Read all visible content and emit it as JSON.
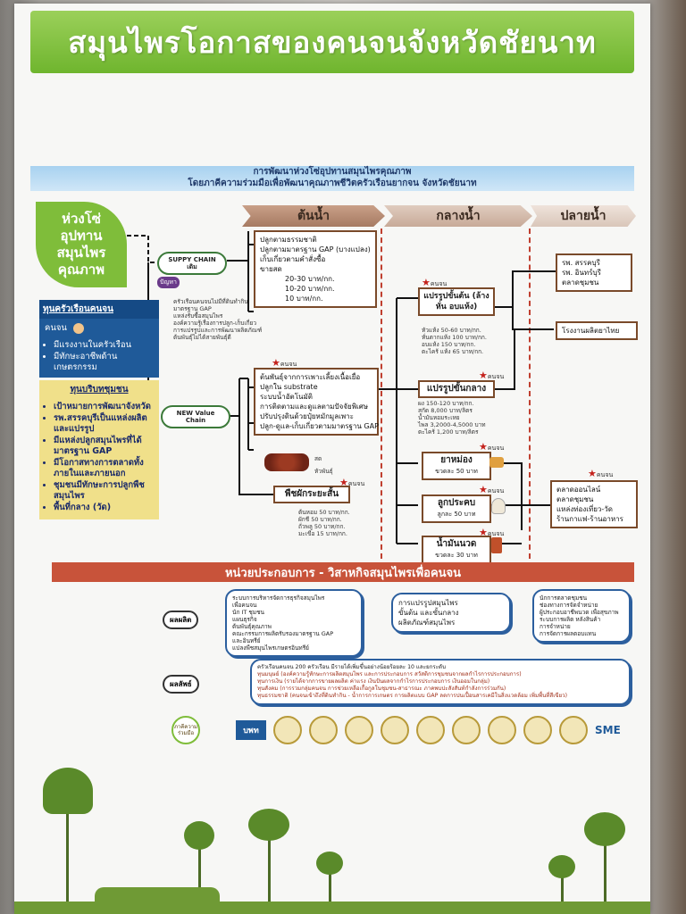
{
  "poster": {
    "title": "สมุนไพรโอกาสของคนจนจังหวัดชัยนาท",
    "subtitle_line1": "การพัฒนาห่วงโซ่อุปทานสมุนไพรคุณภาพ",
    "subtitle_line2": "โดยภาคีความร่วมมือเพื่อพัฒนาคุณภาพชีวิตครัวเรือนยากจน จังหวัดชัยนาท"
  },
  "stages": {
    "upstream": "ต้นน้ำ",
    "midstream": "กลางน้ำ",
    "downstream": "ปลายน้ำ"
  },
  "chain_label": "ห่วงโซ่อุปทาน สมุนไพร คุณภาพ",
  "household_panel": {
    "title": "ทุนครัวเรือนคนจน",
    "person": "คนจน",
    "items": [
      "มีแรงงานในครัวเรือน",
      "มีทักษะอาชีพด้านเกษตรกรรม"
    ]
  },
  "community_panel": {
    "title": "ทุนบริบทชุมชน",
    "items": [
      "เป้าหมายการพัฒนาจังหวัด",
      "รพ.สรรคบุรีเป็นแหล่งผลิตและแปรรูป",
      "มีแหล่งปลูกสมุนไพรที่ได้มาตรฐาน GAP",
      "มีโอกาสทางการตลาดทั้งภายในและภายนอก",
      "ชุมชนมีทักษะการปลูกพืชสมุนไพร",
      "พื้นที่กลาง (วัด)"
    ]
  },
  "supply_chain": {
    "label": "SUPPY CHAIN เดิม",
    "box": [
      "ปลูกตามธรรมชาติ",
      "ปลูกตามมาตรฐาน GAP (บางแปลง)",
      "เก็บเกี่ยวตามคำสั่งซื้อ",
      "ขายสด",
      "20-30 บาท/กก.",
      "10-20 บาท/กก.",
      "10 บาท/กก."
    ],
    "problem": "ปัญหา",
    "problems": [
      "ครัวเรือนคนจนไม่มีที่ดินทำกิน",
      "มาตรฐาน GAP",
      "แหล่งรับซื้อสมุนไพร",
      "องค์ความรู้เรื่องการปลูก-เก็บเกี่ยว",
      "การแปรรูปและการพัฒนาผลิตภัณฑ์",
      "ต้นพันธุ์ไม่ได้สายพันธุ์ดี"
    ]
  },
  "new_chain": {
    "label": "NEW Value Chain",
    "box": [
      "ต้นพันธุ์จากการเพาะเลี้ยงเนื้อเยื่อ",
      "ปลูกใน substrate",
      "ระบบน้ำอัตโนมัติ",
      "การติดตามและดูแลตามปัจจัยพิเศษ",
      "ปรับปรุงดินด้วยปุ๋ยหมักมูลเพาะ",
      "ปลูก-ดูแล-เก็บเกี่ยวตามมาตรฐาน GAP"
    ],
    "fresh": "สด",
    "rhizome": "หัวพันธุ์"
  },
  "interplant": {
    "title": "พืชผักระยะสั้น",
    "star": "คนจน",
    "items": [
      "ต้นหอม 50 บาท/กก.",
      "ผักชี 50 บาท/กก.",
      "ถั่วพลู 50 บาท/กก.",
      "มะเขือ 15 บาท/กก."
    ]
  },
  "midstream": {
    "primary": {
      "title": "แปรรูปขั้นต้น (ล้าง หั่น อบแห้ง)",
      "star": "คนจน",
      "prices": [
        "หัวแห้ง 50-60 บาท/กก.",
        "หั่นตากแห้ง 100 บาท/กก.",
        "อบแห้ง 150 บาท/กก.",
        "ตะไคร้ แห้ง 65 บาท/กก."
      ]
    },
    "intermediate": {
      "title": "แปรรูปขั้นกลาง",
      "star": "คนจน",
      "prices": [
        "ผง 150-120 บาท/กก.",
        "สกัด 8,000 บาท/ลิตร",
        "น้ำมันหอมระเหย",
        "ไพล 3,2000-4,5000 บาท",
        "ตะไคร้ 1,200 บาท/ลิตร"
      ]
    },
    "yahom": {
      "title": "ยาหม่อง",
      "price": "ขวดละ 50 บาท",
      "star": "คนจน"
    },
    "lukprakob": {
      "title": "ลูกประคบ",
      "price": "ลูกละ 50 บาท",
      "star": "คนจน"
    },
    "oil": {
      "title": "น้ำมันนวด",
      "price": "ขวดละ 30 บาท",
      "star": "คนจน"
    }
  },
  "downstream": {
    "hospitals": [
      "รพ. สรรคบุรี",
      "รพ. อินทร์บุรี",
      "ตลาดชุมชน"
    ],
    "factory": "โรงงานผลิตยาไทย",
    "markets_star": "คนจน",
    "markets": [
      "ตลาดออนไลน์",
      "ตลาดชุมชน",
      "แหล่งท่องเที่ยว-วัด",
      "ร้านกาแฟ-ร้านอาหาร"
    ]
  },
  "enterprise_bar": "หน่วยประกอบการ - วิสาหกิจสมุนไพรเพื่อคนจน",
  "output": {
    "label": "ผลผลิต",
    "col1": [
      "ระบบการบริหารจัดการธุรกิจสมุนไพร",
      "เพื่อคนจน",
      "นัก IT ชุมชน",
      "แผนธุรกิจ",
      "ต้นพันธุ์คุณภาพ",
      "คณะกรรมการผลิตรับรองมาตรฐาน GAP",
      "และอินทรีย์",
      "แปลงพืชสมุนไพรเกษตรอินทรีย์"
    ],
    "col2": [
      "การแปรรูปสมุนไพร",
      "ขั้นต้น และขั้นกลาง",
      "ผลิตภัณฑ์สมุนไพร"
    ],
    "col3": [
      "นักการตลาดชุมชน",
      "ช่องทางการจัดจำหน่าย",
      "ผู้ประกอบอาชีพนวด เพื่อสุขภาพ",
      "ระบบการผลิต หลังสินค้า",
      "การจำหน่าย",
      "การจัดการผลตอบแทน"
    ]
  },
  "outcome": {
    "label": "ผลลัพธ์",
    "lines": [
      "ครัวเรือนคนจน 200 ครัวเรือน มีรายได้เพิ่มขึ้นอย่างน้อยร้อยละ 10 และยกระดับ",
      "ทุนมนุษย์ (องค์ความรู้ทักษะการผลิตสมุนไพร และการประกอบการ สวัสดิการชุมชนจากผลกำไรการประกอบการ)",
      "ทุนการเงิน (รายได้จากการขายผลผลิต ค่าแรง เงินปันผลจากกำไรการประกอบการ เงินออมในกลุ่ม)",
      "ทุนสังคม (การรวมกลุ่มคนจน การช่วยเหลือเกื้อกูลในชุมชน-สาธารณะ ภาคพบปะสังสันท์กำลังการร่วมกัน)",
      "ทุนธรรมชาติ (คนจนเข้าถึงที่ดินทำกิน - น้ำการการเกษตร การผลิตแบบ GAP ลดการปนเปื้อนสารเคมีในสิ่งแวดล้อม เพิ่มพื้นที่สีเขียว)"
    ]
  },
  "partners": {
    "label": "ภาคีความ ร่วมมือ",
    "logos": [
      "บพท",
      "SME"
    ]
  }
}
